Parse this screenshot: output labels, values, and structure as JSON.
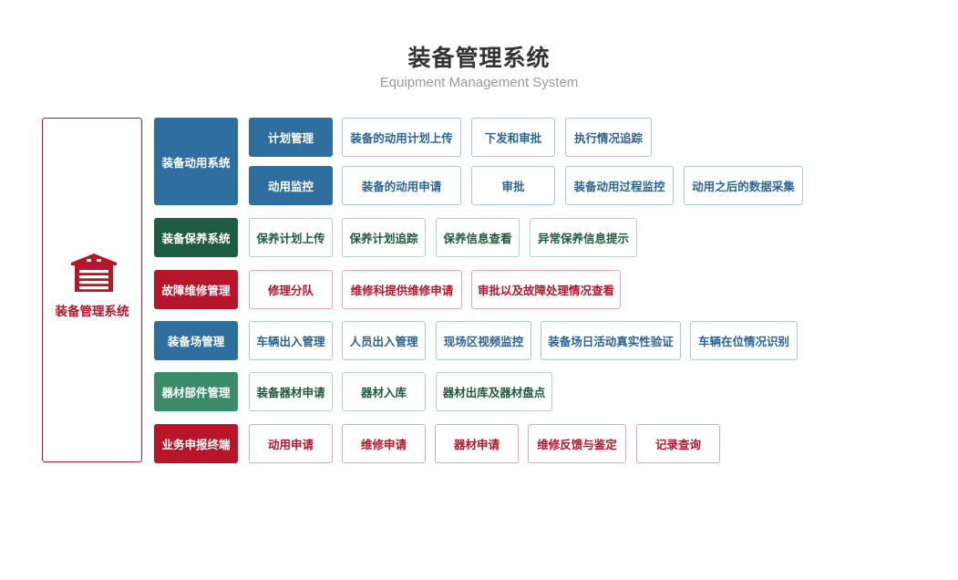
{
  "header": {
    "title": "装备管理系统",
    "subtitle": "Equipment Management System"
  },
  "root": {
    "label": "装备管理系统",
    "icon": "warehouse-garage-icon",
    "color": "#b7152a"
  },
  "colors": {
    "blue": "#2f6f9f",
    "dark_green": "#1f5c44",
    "red": "#b7152a",
    "medium_green": "#3a8a6c"
  },
  "categories": [
    {
      "label": "装备动用系统",
      "color": "blue",
      "subgroups": [
        {
          "label": "计划管理",
          "items": [
            "装备的动用计划上传",
            "下发和审批",
            "执行情况追踪"
          ]
        },
        {
          "label": "动用监控",
          "items": [
            "装备的动用申请",
            "审批",
            "装备动用过程监控",
            "动用之后的数据采集"
          ]
        }
      ]
    },
    {
      "label": "装备保养系统",
      "color": "dark_green",
      "items": [
        "保养计划上传",
        "保养计划追踪",
        "保养信息查看",
        "异常保养信息提示"
      ]
    },
    {
      "label": "故障维修管理",
      "color": "red",
      "items": [
        "修理分队",
        "维修科提供维修申请",
        "审批以及故障处理情况查看"
      ]
    },
    {
      "label": "装备场管理",
      "color": "blue",
      "items": [
        "车辆出入管理",
        "人员出入管理",
        "现场区视频监控",
        "装备场日活动真实性验证",
        "车辆在位情况识别"
      ]
    },
    {
      "label": "器材部件管理",
      "color": "medium_green",
      "items": [
        "装备器材申请",
        "器材入库",
        "器材出库及器材盘点"
      ]
    },
    {
      "label": "业务申报终端",
      "color": "red",
      "items": [
        "动用申请",
        "维修申请",
        "器材申请",
        "维修反馈与鉴定",
        "记录查询"
      ]
    }
  ]
}
